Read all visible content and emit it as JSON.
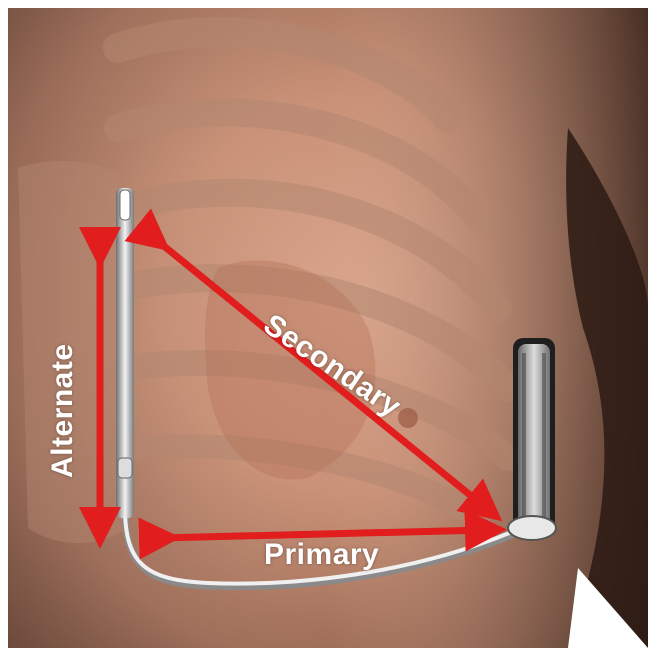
{
  "figure": {
    "labels": {
      "primary": "Primary",
      "secondary": "Secondary",
      "alternate": "Alternate"
    },
    "colors": {
      "arrow": "#e11d1d",
      "skin": "#c99177",
      "rib": "#b48770",
      "device": "#c8c8c8"
    },
    "icons": [
      "subcutaneous-lead",
      "pulse-generator",
      "vector-arrow"
    ]
  }
}
